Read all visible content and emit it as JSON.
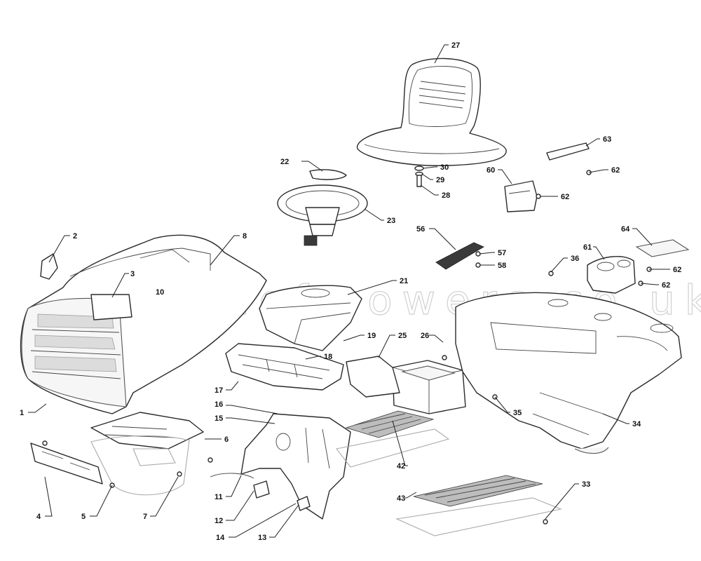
{
  "watermark": "worldofmowers.co.uk",
  "callouts": [
    "1",
    "2",
    "3",
    "4",
    "5",
    "6",
    "7",
    "8",
    "10",
    "11",
    "12",
    "13",
    "14",
    "15",
    "16",
    "17",
    "18",
    "19",
    "21",
    "22",
    "23",
    "25",
    "26",
    "27",
    "28",
    "29",
    "30",
    "33",
    "34",
    "35",
    "36",
    "42",
    "43",
    "56",
    "57",
    "58",
    "60",
    "61",
    "62",
    "62",
    "62",
    "62",
    "63",
    "64"
  ]
}
